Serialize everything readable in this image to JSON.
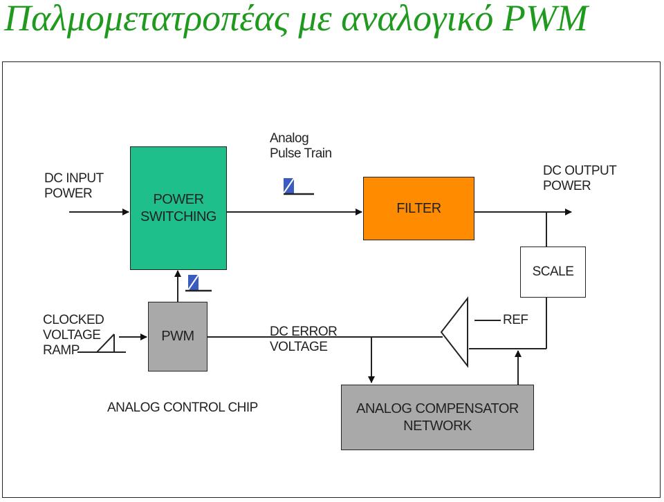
{
  "title": "Παλμομετατροπέας με αναλογικό PWM",
  "blocks": {
    "power_switching": "POWER\nSWITCHING",
    "filter": "FILTER",
    "scale": "SCALE",
    "pwm": "PWM",
    "compensator": "ANALOG COMPENSATOR\nNETWORK"
  },
  "labels": {
    "dc_input": "DC INPUT\nPOWER",
    "pulse_train": "Analog\nPulse Train",
    "dc_output": "DC OUTPUT\nPOWER",
    "ref": "REF",
    "ramp": "CLOCKED\nVOLTAGE\nRAMP",
    "error": "DC ERROR\nVOLTAGE",
    "chip": "ANALOG CONTROL CHIP"
  },
  "colors": {
    "power_switching": "#1fbf8c",
    "filter": "#ff8c00",
    "pwm": "#a9a9a9",
    "compensator": "#a9a9a9",
    "scale": "#ffffff",
    "title": "#1f9a1f"
  }
}
